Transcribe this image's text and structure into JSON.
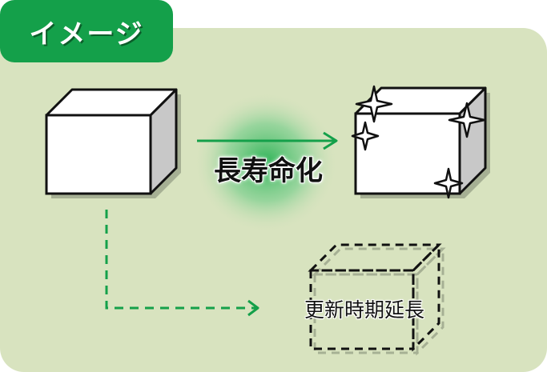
{
  "header": {
    "title": "イメージ"
  },
  "diagram": {
    "main_label": "長寿命化",
    "sub_label": "更新時期延長"
  },
  "colors": {
    "panel_bg": "#d8e3bf",
    "tab_bg": "#14a04a",
    "arrow": "#14a04a",
    "glow": "#2fb458",
    "cube_face": "#ffffff",
    "cube_side": "#c8c8c8"
  }
}
